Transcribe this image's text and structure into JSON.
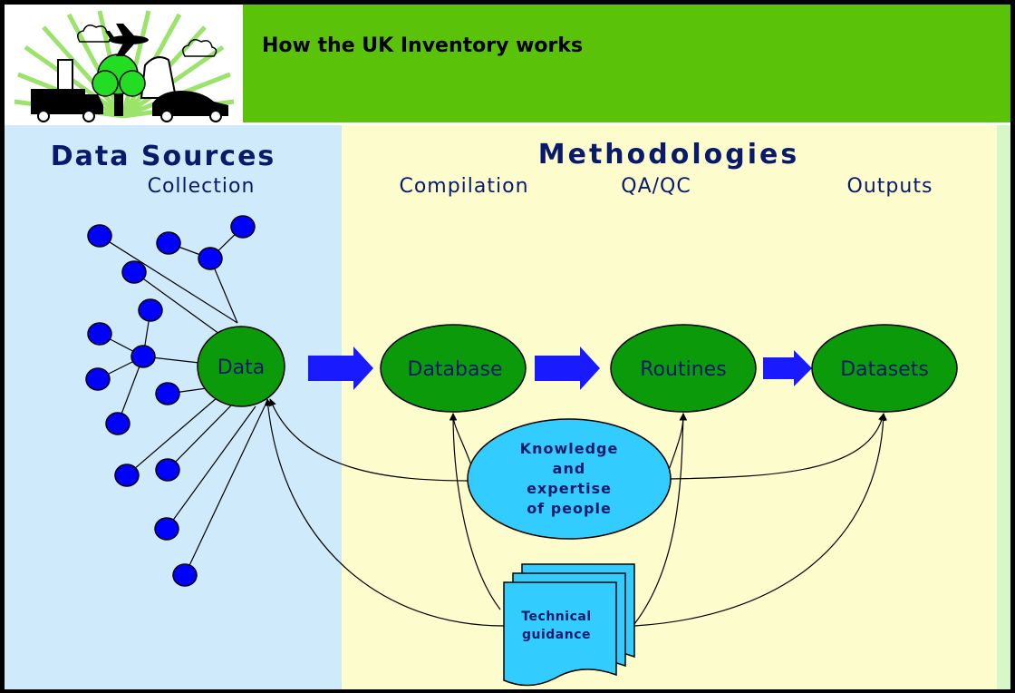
{
  "header": {
    "title": "How the UK Inventory works"
  },
  "columns": {
    "data_sources": "Data Sources",
    "collection": "Collection",
    "methodologies": "Methodologies",
    "compilation": "Compilation",
    "qaqc": "QA/QC",
    "outputs": "Outputs"
  },
  "nodes": {
    "data": "Data",
    "database": "Database",
    "routines": "Routines",
    "datasets": "Datasets"
  },
  "knowledge": {
    "line1": "Knowledge",
    "line2": "and",
    "line3": "expertise",
    "line4": "of people"
  },
  "guidance": {
    "line1": "Technical",
    "line2": "guidance"
  },
  "colors": {
    "header_green": "#5bc20a",
    "data_sources_bg": "#cfeafa",
    "methodologies_bg": "#fcfccc",
    "right_strip": "#d8f7c8",
    "node_green": "#0a9a0a",
    "source_dot_blue": "#0000ff",
    "arrow_blue": "#1a1aff",
    "knowledge_cyan": "#33ccff",
    "heading_navy": "#0a1a6b"
  }
}
